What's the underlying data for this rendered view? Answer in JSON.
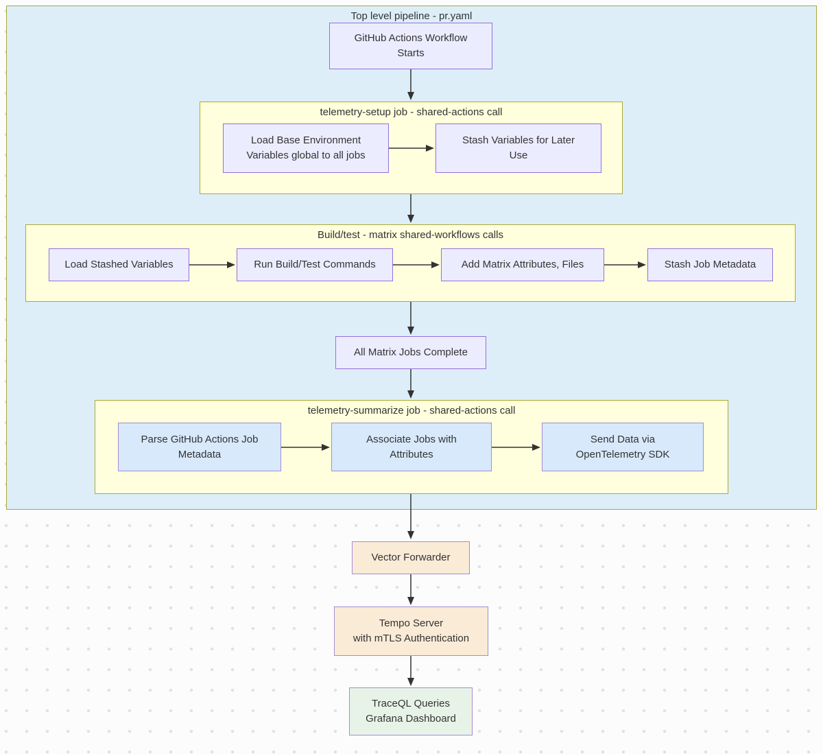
{
  "diagram": {
    "clusters": {
      "pipeline": {
        "title": "Top level pipeline - pr.yaml"
      },
      "setup": {
        "title": "telemetry-setup job - shared-actions call"
      },
      "build": {
        "title": "Build/test - matrix shared-workflows calls"
      },
      "summarize": {
        "title": "telemetry-summarize job - shared-actions call"
      }
    },
    "nodes": {
      "start": {
        "label": "GitHub Actions Workflow\nStarts"
      },
      "load_base": {
        "label": "Load Base Environment\nVariables global to all jobs"
      },
      "stash_vars": {
        "label": "Stash Variables for Later\nUse"
      },
      "load_stashed": {
        "label": "Load Stashed Variables"
      },
      "run_build": {
        "label": "Run Build/Test Commands"
      },
      "add_matrix": {
        "label": "Add Matrix Attributes, Files"
      },
      "stash_job": {
        "label": "Stash Job Metadata"
      },
      "all_matrix": {
        "label": "All Matrix Jobs Complete"
      },
      "parse_meta": {
        "label": "Parse GitHub Actions Job\nMetadata"
      },
      "associate": {
        "label": "Associate Jobs with\nAttributes"
      },
      "send_data": {
        "label": "Send Data via\nOpenTelemetry SDK"
      },
      "vector": {
        "label": "Vector Forwarder"
      },
      "tempo": {
        "label": "Tempo Server\nwith mTLS Authentication"
      },
      "traceql": {
        "label": "TraceQL Queries\nGrafana Dashboard"
      }
    },
    "edges": [
      {
        "from": "start",
        "to": "setup-cluster"
      },
      {
        "from": "load_base",
        "to": "stash_vars"
      },
      {
        "from": "setup-cluster",
        "to": "build-cluster"
      },
      {
        "from": "load_stashed",
        "to": "run_build"
      },
      {
        "from": "run_build",
        "to": "add_matrix"
      },
      {
        "from": "add_matrix",
        "to": "stash_job"
      },
      {
        "from": "build-cluster",
        "to": "all_matrix"
      },
      {
        "from": "all_matrix",
        "to": "summarize-cluster"
      },
      {
        "from": "parse_meta",
        "to": "associate"
      },
      {
        "from": "associate",
        "to": "send_data"
      },
      {
        "from": "summarize-cluster",
        "to": "vector"
      },
      {
        "from": "vector",
        "to": "tempo"
      },
      {
        "from": "tempo",
        "to": "traceql"
      }
    ],
    "colors": {
      "container_fill": "#ddeef9",
      "cluster_fill": "#ffffde",
      "cluster_border": "#aaaa33",
      "node_lavender": "#ececff",
      "node_blue": "#d7e9fa",
      "node_peach": "#faebd7",
      "node_green": "#e8f3e8",
      "node_border": "#9370db",
      "node_border_light": "#a48bd8",
      "arrow": "#333333"
    }
  }
}
